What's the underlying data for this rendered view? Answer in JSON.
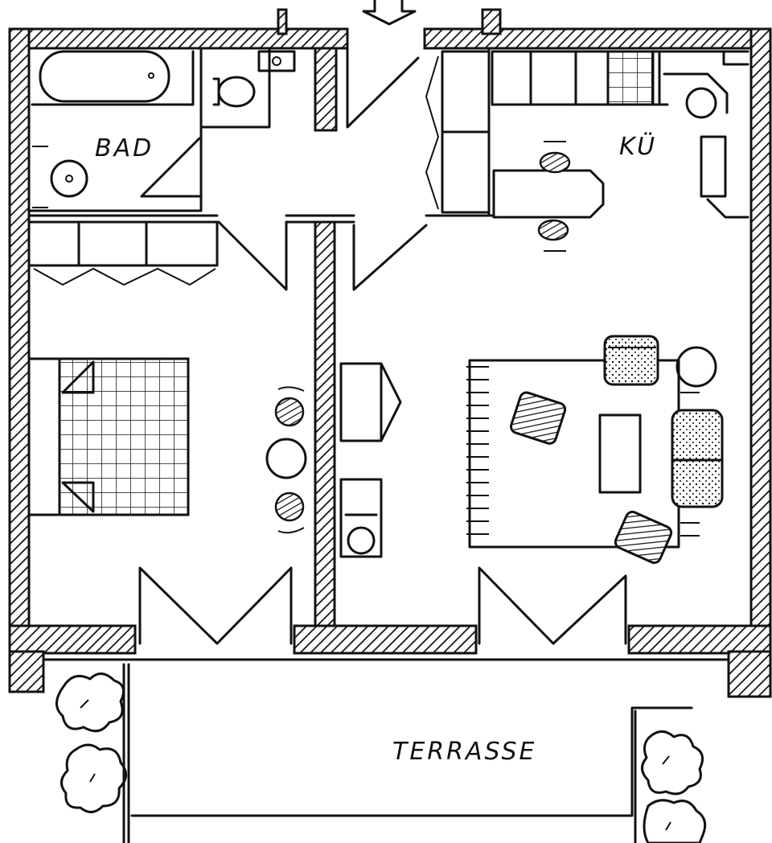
{
  "plan": {
    "rooms": {
      "bath": "BAD",
      "kitchen": "KÜ",
      "terrace": "TERRASSE"
    },
    "colors": {
      "ink": "#111111",
      "paper": "#ffffff"
    },
    "icons": [
      "entrance-arrow-icon",
      "bathtub-icon",
      "toilet-icon",
      "sink-icon",
      "stove-icon",
      "bed-icon",
      "sofa-icon",
      "armchair-icon",
      "plant-icon"
    ]
  }
}
